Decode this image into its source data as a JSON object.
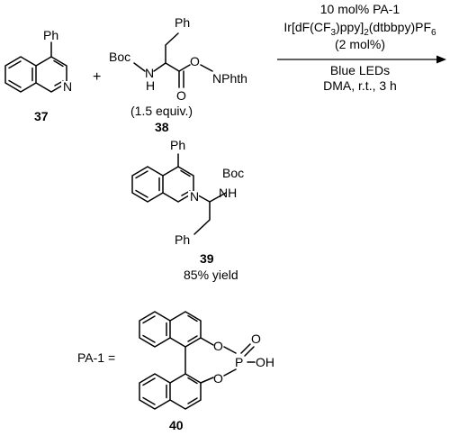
{
  "reaction": {
    "reactant1": {
      "number": "37",
      "substituent": "Ph",
      "heteroatom": "N"
    },
    "plus": "+",
    "reactant2": {
      "number": "38",
      "equiv": "(1.5 equiv.)",
      "boc": "Boc",
      "nh": "N",
      "h": "H",
      "ph": "Ph",
      "o_carbonyl": "O",
      "o_ester": "O",
      "nphth": "NPhth"
    },
    "conditions": {
      "catalyst": "10 mol% PA-1",
      "photocat_parts": [
        "Ir[dF(CF",
        "3",
        ")ppy]",
        "2",
        "(dtbbpy)PF",
        "6"
      ],
      "photocat_loading": "(2 mol%)",
      "light": "Blue LEDs",
      "solvent_temp_time": "DMA, r.t., 3 h"
    },
    "product": {
      "number": "39",
      "yield": "85% yield",
      "ph_top": "Ph",
      "boc": "Boc",
      "nh": "NH",
      "n_ring": "N",
      "ph_bottom": "Ph"
    }
  },
  "catalyst_structure": {
    "label": "PA-1 =",
    "number": "40",
    "o_upper": "O",
    "o_lower": "O",
    "o_double": "O",
    "p": "P",
    "oh": "OH"
  },
  "colors": {
    "ink": "#000000",
    "background": "#ffffff"
  }
}
